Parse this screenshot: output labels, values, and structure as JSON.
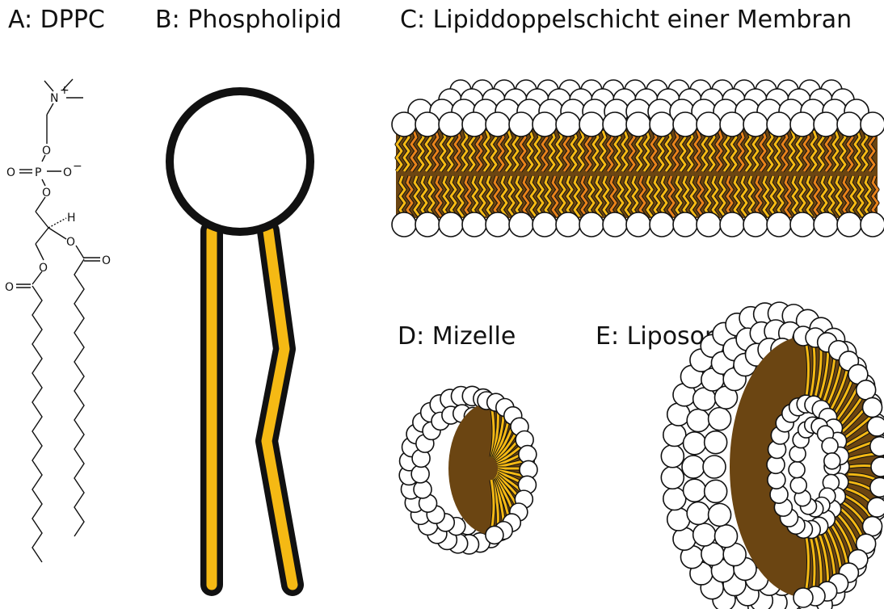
{
  "panels": {
    "a": {
      "label": "A: DPPC"
    },
    "b": {
      "label": "B: Phospholipid"
    },
    "c": {
      "label": "C: Lipiddoppelschicht einer Membran"
    },
    "d": {
      "label": "D: Mizelle"
    },
    "e": {
      "label": "E: Liposom"
    }
  },
  "chemistry": {
    "nitrogen": "N",
    "charge_plus": "+",
    "oxygen": "O",
    "phosphorus": "P",
    "charge_minus": "−",
    "hydrogen": "H"
  },
  "colors": {
    "head": "#ffffff",
    "outline": "#111111",
    "tail_yellow": "#f5b914",
    "tail_orange": "#e8821a",
    "core_brown": "#6b4512"
  }
}
